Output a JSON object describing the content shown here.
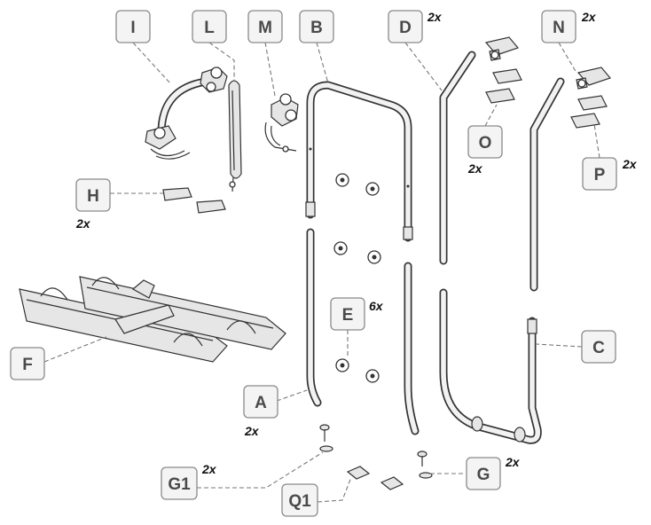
{
  "labels": {
    "I": "I",
    "L": "L",
    "M": "M",
    "B": "B",
    "D": "D",
    "N": "N",
    "H": "H",
    "O": "O",
    "P": "P",
    "F": "F",
    "E": "E",
    "C": "C",
    "A": "A",
    "G1": "G1",
    "Q1": "Q1",
    "G": "G"
  },
  "quantities": {
    "D": "2x",
    "N": "2x",
    "H": "2x",
    "O": "2x",
    "P": "2x",
    "E": "6x",
    "A": "2x",
    "G1": "2x",
    "G": "2x"
  }
}
